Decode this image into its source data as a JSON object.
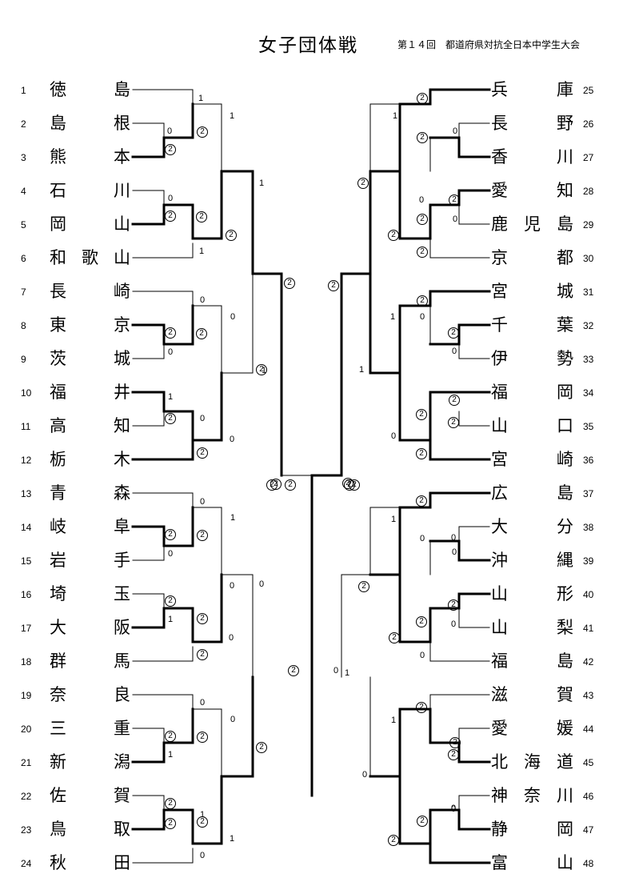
{
  "header": {
    "title": "女子団体戦",
    "subtitle": "第１４回　都道府県対抗全日本中学生大会"
  },
  "teams": [
    {
      "no": "1",
      "name": "徳島"
    },
    {
      "no": "2",
      "name": "島根"
    },
    {
      "no": "3",
      "name": "熊本"
    },
    {
      "no": "4",
      "name": "石川"
    },
    {
      "no": "5",
      "name": "岡山"
    },
    {
      "no": "6",
      "name": "和歌山"
    },
    {
      "no": "7",
      "name": "長崎"
    },
    {
      "no": "8",
      "name": "東京"
    },
    {
      "no": "9",
      "name": "茨城"
    },
    {
      "no": "10",
      "name": "福井"
    },
    {
      "no": "11",
      "name": "高知"
    },
    {
      "no": "12",
      "name": "栃木"
    },
    {
      "no": "13",
      "name": "青森"
    },
    {
      "no": "14",
      "name": "岐阜"
    },
    {
      "no": "15",
      "name": "岩手"
    },
    {
      "no": "16",
      "name": "埼玉"
    },
    {
      "no": "17",
      "name": "大阪"
    },
    {
      "no": "18",
      "name": "群馬"
    },
    {
      "no": "19",
      "name": "奈良"
    },
    {
      "no": "20",
      "name": "三重"
    },
    {
      "no": "21",
      "name": "新潟"
    },
    {
      "no": "22",
      "name": "佐賀"
    },
    {
      "no": "23",
      "name": "鳥取"
    },
    {
      "no": "24",
      "name": "秋田"
    },
    {
      "no": "25",
      "name": "兵庫"
    },
    {
      "no": "26",
      "name": "長野"
    },
    {
      "no": "27",
      "name": "香川"
    },
    {
      "no": "28",
      "name": "愛知"
    },
    {
      "no": "29",
      "name": "鹿児島"
    },
    {
      "no": "30",
      "name": "京都"
    },
    {
      "no": "31",
      "name": "宮城"
    },
    {
      "no": "32",
      "name": "千葉"
    },
    {
      "no": "33",
      "name": "伊勢"
    },
    {
      "no": "34",
      "name": "福岡"
    },
    {
      "no": "35",
      "name": "山口"
    },
    {
      "no": "36",
      "name": "宮崎"
    },
    {
      "no": "37",
      "name": "広島"
    },
    {
      "no": "38",
      "name": "大分"
    },
    {
      "no": "39",
      "name": "沖縄"
    },
    {
      "no": "40",
      "name": "山形"
    },
    {
      "no": "41",
      "name": "山梨"
    },
    {
      "no": "42",
      "name": "福島"
    },
    {
      "no": "43",
      "name": "滋賀"
    },
    {
      "no": "44",
      "name": "愛媛"
    },
    {
      "no": "45",
      "name": "北海道"
    },
    {
      "no": "46",
      "name": "神奈川"
    },
    {
      "no": "47",
      "name": "静岡"
    },
    {
      "no": "48",
      "name": "富山"
    }
  ],
  "scores": [
    "1",
    "0",
    "②",
    "1",
    "②",
    "0",
    "②",
    "②",
    "1",
    "②",
    "0",
    "②",
    "0",
    "②",
    "0",
    "②",
    "1",
    "0",
    "②",
    "②",
    "1",
    "0",
    "②",
    "0",
    "②",
    "0",
    "②",
    "1",
    "②",
    "1",
    "②",
    "0",
    "②",
    "0",
    "②",
    "0",
    "②",
    "1",
    "0",
    "②",
    "1",
    "②",
    "0",
    "②",
    "②",
    "1",
    "②",
    "②",
    "②",
    "0",
    "②",
    "1",
    "②",
    "0",
    "②",
    "②",
    "1",
    "②",
    "②",
    "0",
    "0",
    "②",
    "②",
    "0",
    "②",
    "②",
    "1",
    "②",
    "②",
    "②",
    "1",
    "0",
    "0",
    "②",
    "②",
    "②",
    "0",
    "②",
    "1",
    "②",
    "②",
    "0",
    "1",
    "0",
    "0",
    "②",
    "②",
    "0",
    "②",
    "②",
    "0",
    "②",
    "②",
    "②",
    "0",
    "②",
    "1",
    "0",
    "0",
    "②"
  ]
}
